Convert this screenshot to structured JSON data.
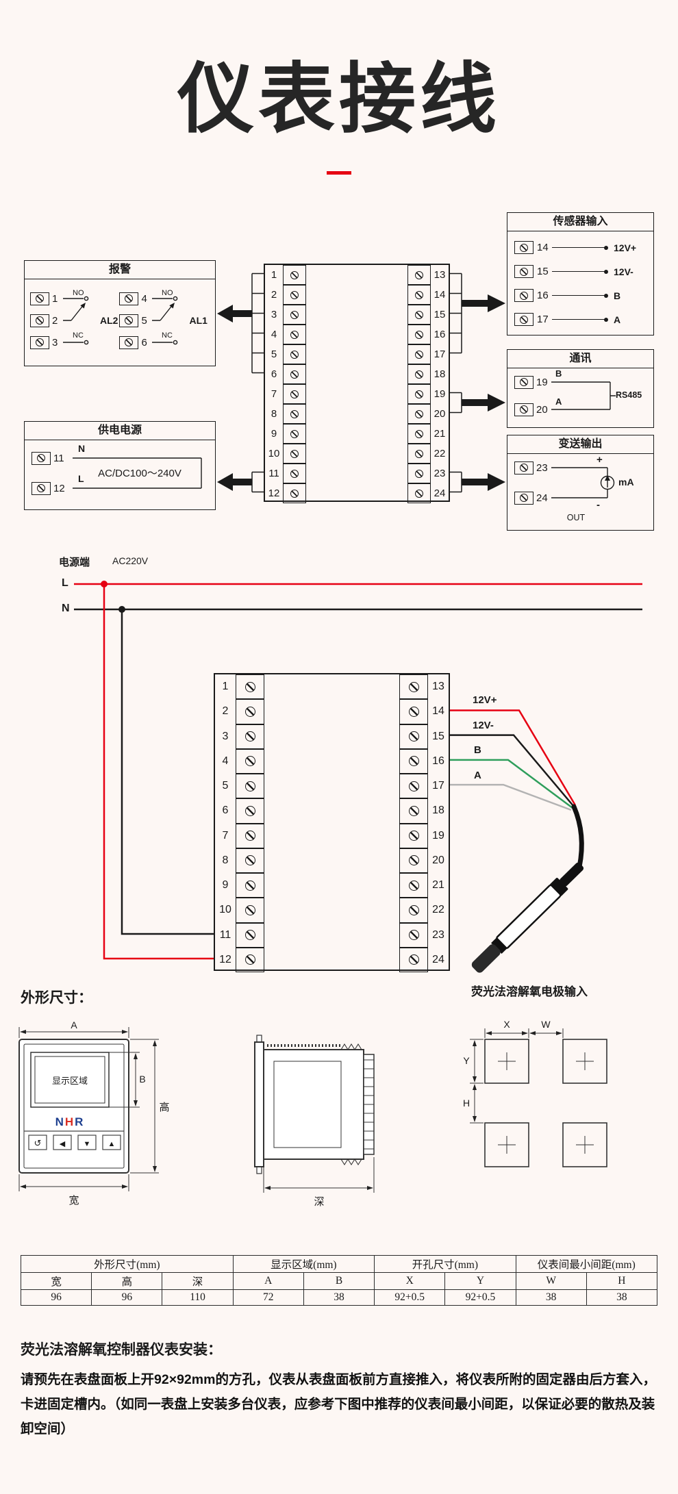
{
  "colors": {
    "background": "#fdf7f4",
    "accent_red": "#e60012",
    "line_black": "#1a1a1a",
    "wire_green": "#2e9e5b",
    "wire_gray": "#b3b3b3",
    "brand_blue": "#1d3f8f",
    "brand_red": "#d93025"
  },
  "page": {
    "title": "仪表接线"
  },
  "diagram1": {
    "alarm": {
      "title": "报警",
      "groups": [
        {
          "terminals": [
            "1",
            "2",
            "3"
          ],
          "no": "NO",
          "nc": "NC",
          "label": "AL2"
        },
        {
          "terminals": [
            "4",
            "5",
            "6"
          ],
          "no": "NO",
          "nc": "NC",
          "label": "AL1"
        }
      ]
    },
    "power": {
      "title": "供电电源",
      "rows": [
        {
          "num": "11",
          "label": "N"
        },
        {
          "num": "12",
          "label": "L"
        }
      ],
      "voltage": "AC/DC100～240V"
    },
    "block": {
      "left": [
        "1",
        "2",
        "3",
        "4",
        "5",
        "6",
        "7",
        "8",
        "9",
        "10",
        "11",
        "12"
      ],
      "right": [
        "13",
        "14",
        "15",
        "16",
        "17",
        "18",
        "19",
        "20",
        "21",
        "22",
        "23",
        "24"
      ]
    },
    "sensor": {
      "title": "传感器输入",
      "rows": [
        {
          "num": "14",
          "label": "12V+"
        },
        {
          "num": "15",
          "label": "12V-"
        },
        {
          "num": "16",
          "label": "B"
        },
        {
          "num": "17",
          "label": "A"
        }
      ]
    },
    "comm": {
      "title": "通讯",
      "rows": [
        {
          "num": "19",
          "label": "B"
        },
        {
          "num": "20",
          "label": "A"
        }
      ],
      "protocol": "RS485"
    },
    "output": {
      "title": "变送输出",
      "rows": [
        {
          "num": "23",
          "label": "+"
        },
        {
          "num": "24",
          "label": "-"
        }
      ],
      "unit": "mA",
      "out": "OUT"
    }
  },
  "diagram2": {
    "source_label": "电源端",
    "source_voltage": "AC220V",
    "line_l": "L",
    "line_n": "N",
    "block": {
      "left": [
        "1",
        "2",
        "3",
        "4",
        "5",
        "6",
        "7",
        "8",
        "9",
        "10",
        "11",
        "12"
      ],
      "right": [
        "13",
        "14",
        "15",
        "16",
        "17",
        "18",
        "19",
        "20",
        "21",
        "22",
        "23",
        "24"
      ]
    },
    "wires": [
      "12V+",
      "12V-",
      "B",
      "A"
    ],
    "probe_label": "荧光法溶解氧电极输入"
  },
  "dimensions": {
    "heading": "外形尺寸：",
    "front": {
      "dim_a": "A",
      "dim_b": "B",
      "height_label": "高",
      "width_label": "宽",
      "display_label": "显示区域",
      "brand_n": "N",
      "brand_h": "H",
      "brand_r": "R",
      "buttons": [
        "↺",
        "◀",
        "▼",
        "▲"
      ]
    },
    "side": {
      "depth_label": "深"
    },
    "cutout": {
      "dim_x": "X",
      "dim_w": "W",
      "dim_y": "Y",
      "dim_h": "H"
    }
  },
  "spec_table": {
    "groups": [
      "外形尺寸(mm)",
      "显示区域(mm)",
      "开孔尺寸(mm)",
      "仪表间最小间距(mm)"
    ],
    "columns": [
      "宽",
      "高",
      "深",
      "A",
      "B",
      "X",
      "Y",
      "W",
      "H"
    ],
    "values": [
      "96",
      "96",
      "110",
      "72",
      "38",
      "92+0.5",
      "92+0.5",
      "38",
      "38"
    ]
  },
  "install": {
    "heading": "荧光法溶解氧控制器仪表安装：",
    "body": "请预先在表盘面板上开92×92mm的方孔，仪表从表盘面板前方直接推入，将仪表所附的固定器由后方套入，卡进固定槽内。（如同一表盘上安装多台仪表，应参考下图中推荐的仪表间最小间距，以保证必要的散热及装卸空间）"
  }
}
